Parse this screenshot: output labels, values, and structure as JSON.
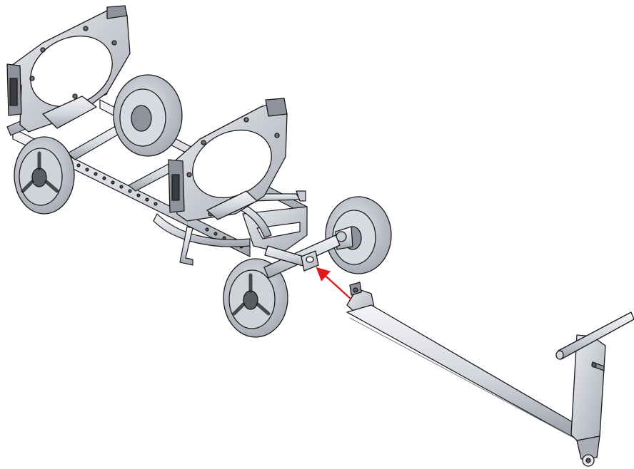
{
  "figure": {
    "kind": "isometric assembly drawing of a pipe-carrying cart with detachable tow handle",
    "colors": {
      "background": "#ffffff",
      "metal_light": "#eceef3",
      "metal_mid": "#c9ccd4",
      "metal_dark": "#8e929c",
      "outline": "#1a1a1a",
      "tire": "#b9bcc5",
      "arrow": "#e01b1b"
    },
    "parts": [
      "cart-frame",
      "rear-pipe-clamp",
      "front-pipe-clamp",
      "wheel-rear-left",
      "wheel-rear-right",
      "wheel-front-left",
      "wheel-front-right",
      "front-axle",
      "tow-coupler",
      "tow-bar",
      "tow-handle",
      "assembly-arrow"
    ]
  }
}
